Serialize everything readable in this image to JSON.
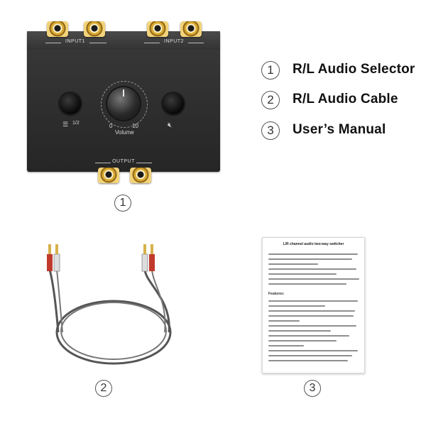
{
  "items": [
    {
      "number": "1",
      "label": "R/L Audio Selector"
    },
    {
      "number": "2",
      "label": "R/L Audio Cable"
    },
    {
      "number": "3",
      "label": "User’s Manual"
    }
  ],
  "device": {
    "port_in1": "INPUT1",
    "port_in2": "INPUT2",
    "port_out": "OUTPUT",
    "knob_min": "0",
    "knob_max": "10",
    "knob_label": "Volume",
    "switch_label": "1/2"
  },
  "manual": {
    "title": "L/R channel audio two-way switcher",
    "features_heading": "Features:"
  },
  "colors": {
    "device_body": "#2d2d2d",
    "jack_gold": "#d9a930",
    "cable_red": "#c0392b",
    "cable_gray": "#4a4a4a"
  }
}
